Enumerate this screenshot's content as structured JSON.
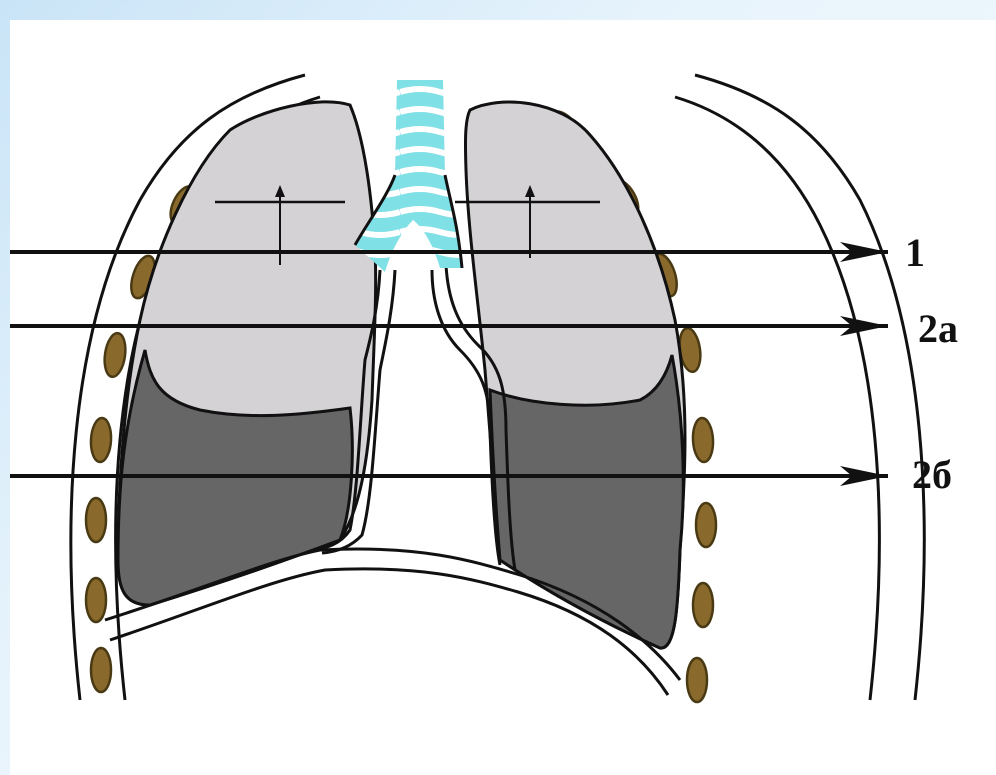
{
  "labels": {
    "line1": "1",
    "line2a": "2а",
    "line2b": "2б"
  },
  "colors": {
    "background_blue": "#d6ebf9",
    "panel": "#ffffff",
    "lung_upper": "#d4d2d5",
    "lung_lower": "#666667",
    "rib": "#8a6a2c",
    "rib_outline": "#4a3a14",
    "trachea": "#7fe0e6",
    "outline": "#111111"
  },
  "icons": {
    "arrow": "arrow-right-icon"
  }
}
